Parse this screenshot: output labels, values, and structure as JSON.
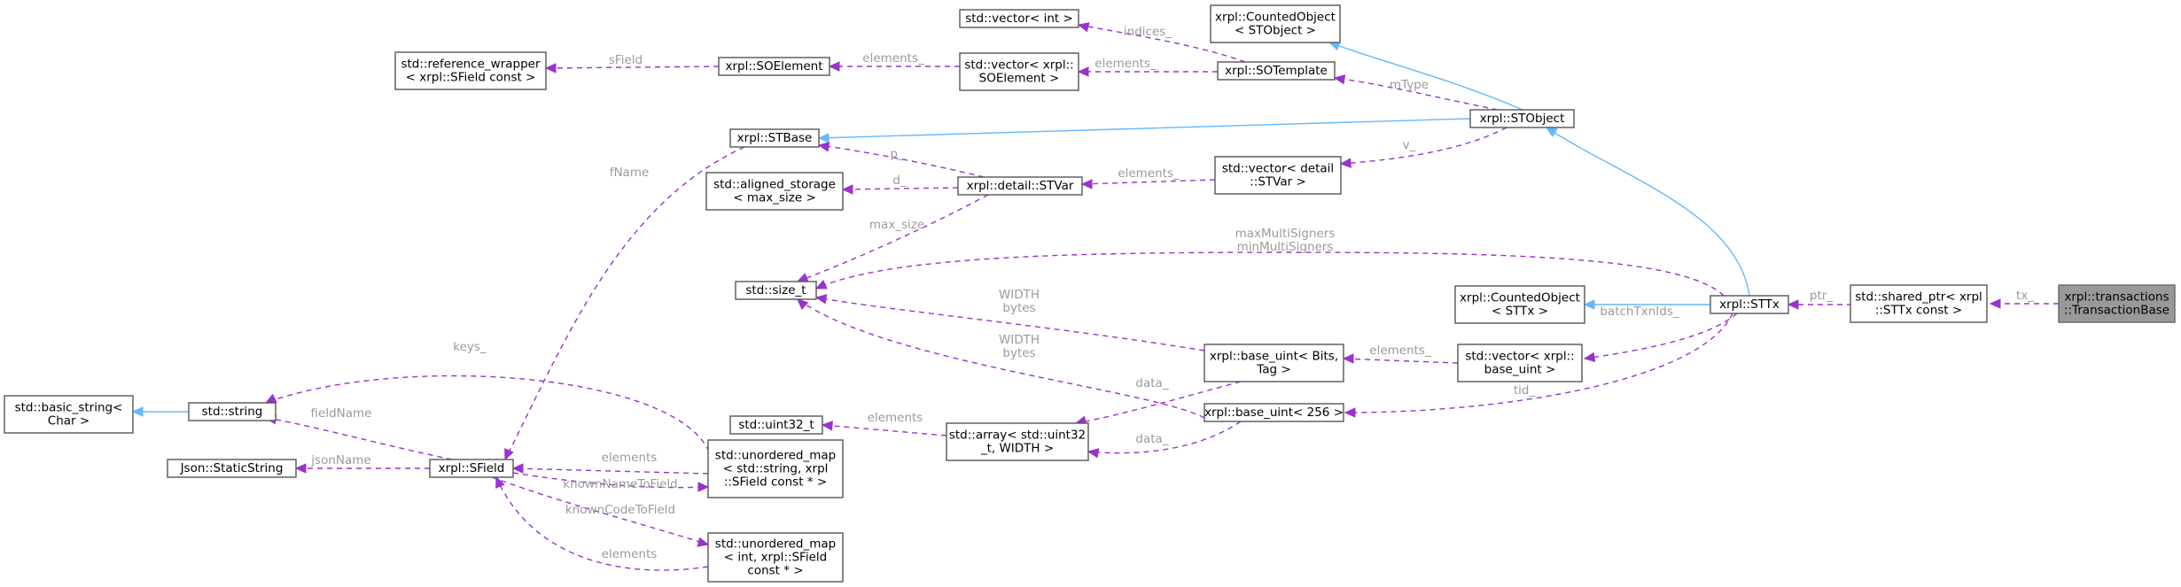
{
  "nodes": {
    "tb": [
      "xrpl::transactions",
      "::TransactionBase"
    ],
    "sp": [
      "std::shared_ptr< xrpl",
      "::STTx const >"
    ],
    "sttx": [
      "xrpl::STTx"
    ],
    "coSTTx": [
      "xrpl::CountedObject",
      "< STTx >"
    ],
    "vecBU": [
      "std::vector< xrpl::",
      "base_uint >"
    ],
    "stobj": [
      "xrpl::STObject"
    ],
    "coSTObj": [
      "xrpl::CountedObject",
      "< STObject >"
    ],
    "sotpl": [
      "xrpl::SOTemplate"
    ],
    "vecInt": [
      "std::vector< int >"
    ],
    "vecSOE": [
      "std::vector< xrpl::",
      "SOElement >"
    ],
    "soe": [
      "xrpl::SOElement"
    ],
    "refw": [
      "std::reference_wrapper",
      "< xrpl::SField const >"
    ],
    "stbase": [
      "xrpl::STBase"
    ],
    "vecSTV": [
      "std::vector< detail",
      "::STVar >"
    ],
    "stvar": [
      "xrpl::detail::STVar"
    ],
    "aligned": [
      "std::aligned_storage",
      "< max_size >"
    ],
    "sizet": [
      "std::size_t"
    ],
    "bu": [
      "xrpl::base_uint< Bits,",
      "Tag >"
    ],
    "bu256": [
      "xrpl::base_uint< 256 >"
    ],
    "arr": [
      "std::array< std::uint32",
      "_t, WIDTH >"
    ],
    "u32": [
      "std::uint32_t"
    ],
    "bstr": [
      "std::basic_string<",
      "Char >"
    ],
    "str": [
      "std::string"
    ],
    "json": [
      "Json::StaticString"
    ],
    "sfield": [
      "xrpl::SField"
    ],
    "umap1": [
      "std::unordered_map",
      "< std::string, xrpl",
      "::SField const * >"
    ],
    "umap2": [
      "std::unordered_map",
      "< int, xrpl::SField",
      "const * >"
    ]
  },
  "edge_labels": {
    "tx": [
      "tx_"
    ],
    "ptr": [
      "ptr_"
    ],
    "batch": [
      "batchTxnIds_"
    ],
    "tid": [
      "tid_"
    ],
    "multi": [
      "maxMultiSigners",
      "minMultiSigners"
    ],
    "mtype": [
      "mType"
    ],
    "v": [
      "v_"
    ],
    "indices": [
      "indices_"
    ],
    "elem_vecsoe": [
      "elements_"
    ],
    "elem_soe": [
      "elements_"
    ],
    "sfield": [
      "sField"
    ],
    "elem_stv": [
      "elements_"
    ],
    "p": [
      "p_"
    ],
    "d": [
      "d_"
    ],
    "maxsize": [
      "max_size"
    ],
    "width1": [
      "WIDTH",
      "bytes"
    ],
    "width2": [
      "WIDTH",
      "bytes"
    ],
    "elem_bu": [
      "elements_"
    ],
    "data1": [
      "data_"
    ],
    "data2": [
      "data_"
    ],
    "elem_arr": [
      "elements"
    ],
    "keys": [
      "keys_"
    ],
    "fieldname": [
      "fieldName"
    ],
    "jsonname": [
      "jsonName"
    ],
    "fname": [
      "fName"
    ],
    "elem_um1": [
      "elements"
    ],
    "kntf": [
      "knownNameToField"
    ],
    "kctf": [
      "knownCodeToField"
    ],
    "elem_um2": [
      "elements"
    ]
  }
}
